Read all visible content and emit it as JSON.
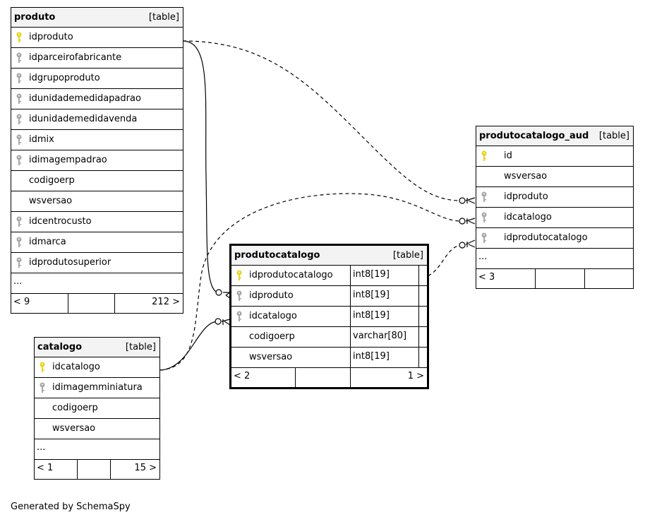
{
  "tables": {
    "produto": {
      "name": "produto",
      "type_label": "[table]",
      "columns": [
        {
          "name": "idproduto",
          "key": "primary"
        },
        {
          "name": "idparceirofabricante",
          "key": "foreign"
        },
        {
          "name": "idgrupoproduto",
          "key": "foreign"
        },
        {
          "name": "idunidademedidapadrao",
          "key": "foreign"
        },
        {
          "name": "idunidademedidavenda",
          "key": "foreign"
        },
        {
          "name": "idmix",
          "key": "foreign"
        },
        {
          "name": "idimagempadrao",
          "key": "foreign"
        },
        {
          "name": "codigoerp",
          "key": "none"
        },
        {
          "name": "wsversao",
          "key": "none"
        },
        {
          "name": "idcentrocusto",
          "key": "foreign"
        },
        {
          "name": "idmarca",
          "key": "foreign"
        },
        {
          "name": "idprodutosuperior",
          "key": "foreign"
        }
      ],
      "ellipsis": "...",
      "footer_left": "< 9",
      "footer_right": "212 >"
    },
    "produtocatalogo_aud": {
      "name": "produtocatalogo_aud",
      "type_label": "[table]",
      "columns": [
        {
          "name": "id",
          "key": "primary"
        },
        {
          "name": "wsversao",
          "key": "none"
        },
        {
          "name": "idproduto",
          "key": "foreign"
        },
        {
          "name": "idcatalogo",
          "key": "foreign"
        },
        {
          "name": "idprodutocatalogo",
          "key": "foreign"
        }
      ],
      "ellipsis": "...",
      "footer_left": "< 3",
      "footer_right": ""
    },
    "produtocatalogo": {
      "name": "produtocatalogo",
      "type_label": "[table]",
      "columns": [
        {
          "name": "idprodutocatalogo",
          "type": "int8[19]",
          "key": "primary"
        },
        {
          "name": "idproduto",
          "type": "int8[19]",
          "key": "foreign"
        },
        {
          "name": "idcatalogo",
          "type": "int8[19]",
          "key": "foreign"
        },
        {
          "name": "codigoerp",
          "type": "varchar[80]",
          "key": "none"
        },
        {
          "name": "wsversao",
          "type": "int8[19]",
          "key": "none"
        }
      ],
      "footer_left": "< 2",
      "footer_right": "1 >"
    },
    "catalogo": {
      "name": "catalogo",
      "type_label": "[table]",
      "columns": [
        {
          "name": "idcatalogo",
          "key": "primary"
        },
        {
          "name": "idimagemminiatura",
          "key": "foreign"
        },
        {
          "name": "codigoerp",
          "key": "none"
        },
        {
          "name": "wsversao",
          "key": "none"
        }
      ],
      "ellipsis": "...",
      "footer_left": "< 1",
      "footer_right": "15 >"
    }
  },
  "colors": {
    "primary_key": "#e8d41c",
    "foreign_key": "#a8a8a8",
    "header_bg": "#f3f3f3"
  },
  "credit": "Generated by SchemaSpy"
}
